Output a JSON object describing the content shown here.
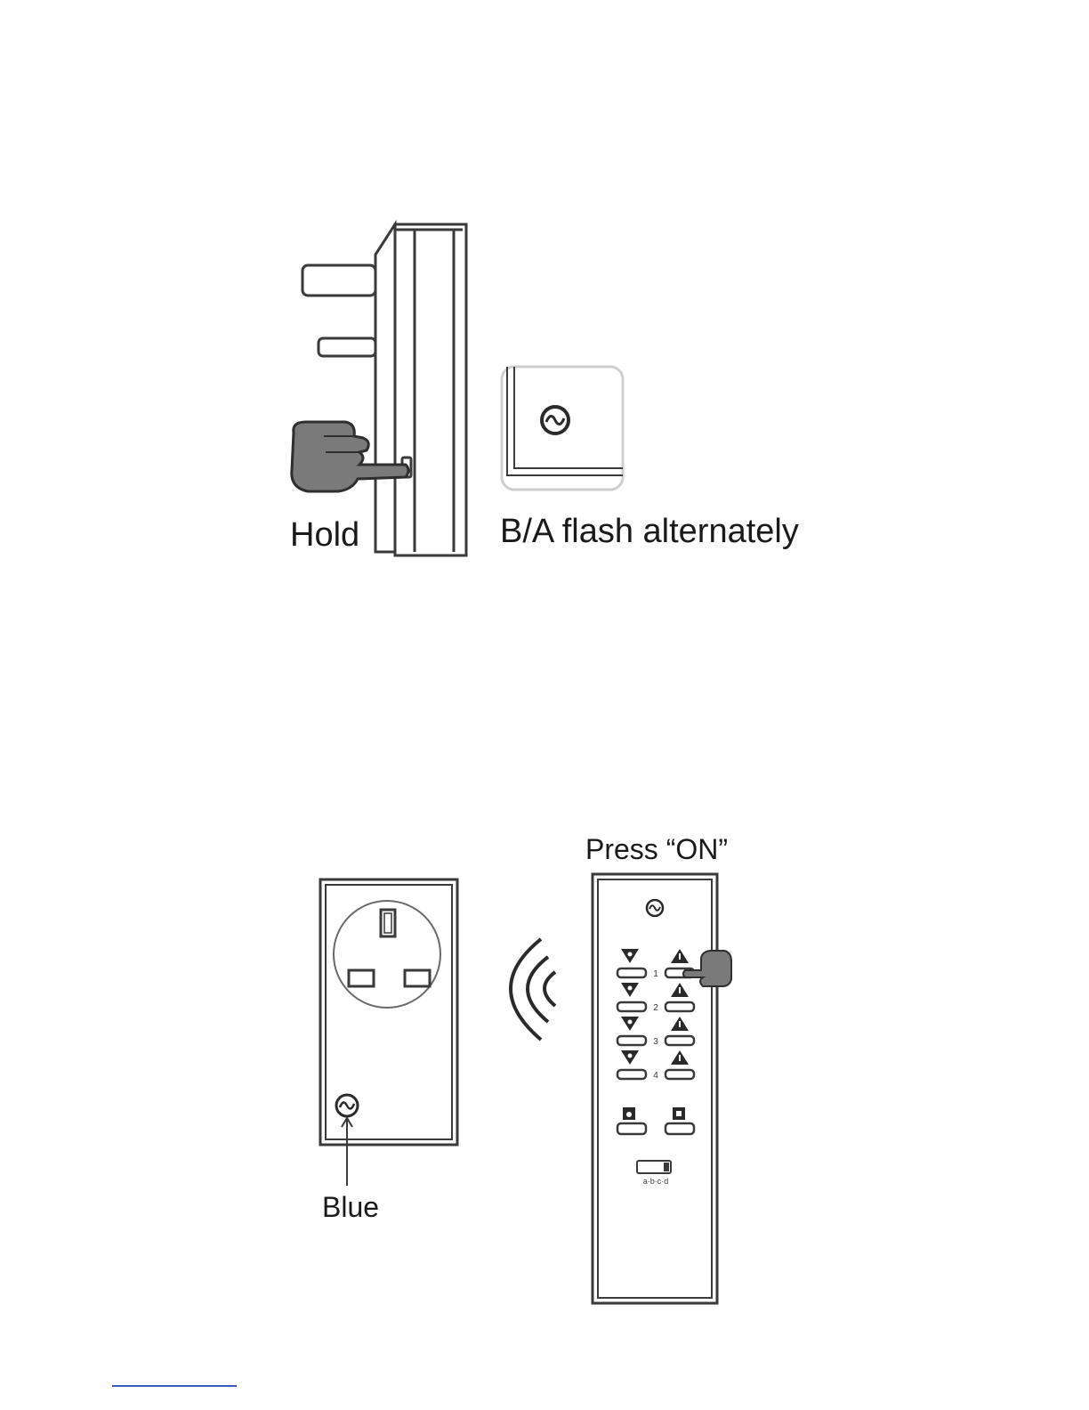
{
  "step1": {
    "hold_label": "Hold",
    "flash_label": "B/A flash alternately",
    "indicator_icon": "sine-wave-icon"
  },
  "step2": {
    "press_label": "Press “ON”",
    "blue_label": "Blue",
    "remote": {
      "channels": [
        "1",
        "2",
        "3",
        "4"
      ],
      "group_switch_label": "a·b·c·d"
    },
    "socket_icon": "sine-wave-icon"
  },
  "colors": {
    "line": "#3a3a3a",
    "hand": "#7a7a7a",
    "footer_rule": "#3a5bbf"
  }
}
